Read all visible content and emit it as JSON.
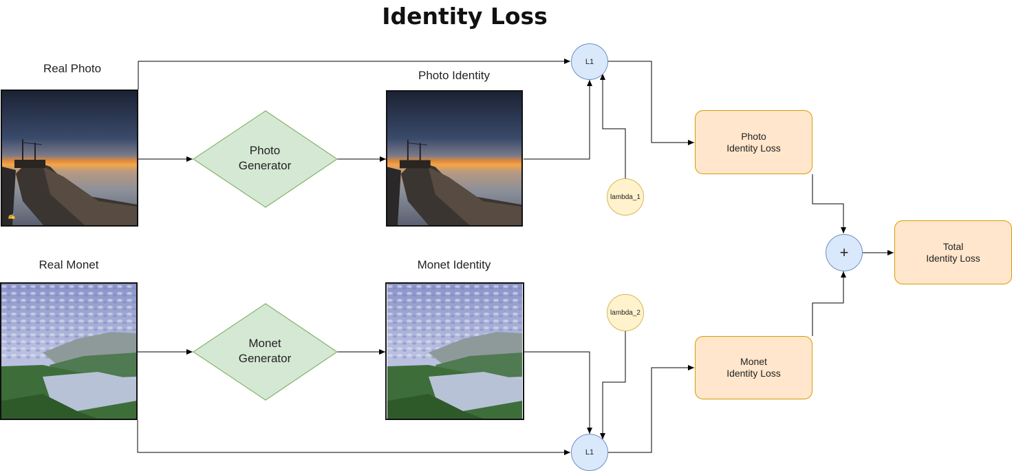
{
  "title": "Identity Loss",
  "labels": {
    "real_photo": "Real Photo",
    "photo_identity": "Photo Identity",
    "real_monet": "Real Monet",
    "monet_identity": "Monet Identity"
  },
  "generators": {
    "photo": "Photo\nGenerator",
    "monet": "Monet\nGenerator"
  },
  "ops": {
    "l1_top": "L1",
    "l1_bottom": "L1",
    "lambda_1": "lambda_1",
    "lambda_2": "lambda_2",
    "plus": "+"
  },
  "boxes": {
    "photo_loss": "Photo\nIdentity Loss",
    "monet_loss": "Monet\nIdentity Loss",
    "total_loss": "Total\nIdentity Loss"
  },
  "colors": {
    "generator_fill": "#d5e8d4",
    "generator_stroke": "#82b366",
    "loss_fill": "#ffe6cc",
    "loss_stroke": "#d79b00",
    "op_fill": "#dae8fc",
    "op_stroke": "#6c8ebf",
    "lambda_fill": "#fff2cc",
    "lambda_stroke": "#d6b656"
  }
}
